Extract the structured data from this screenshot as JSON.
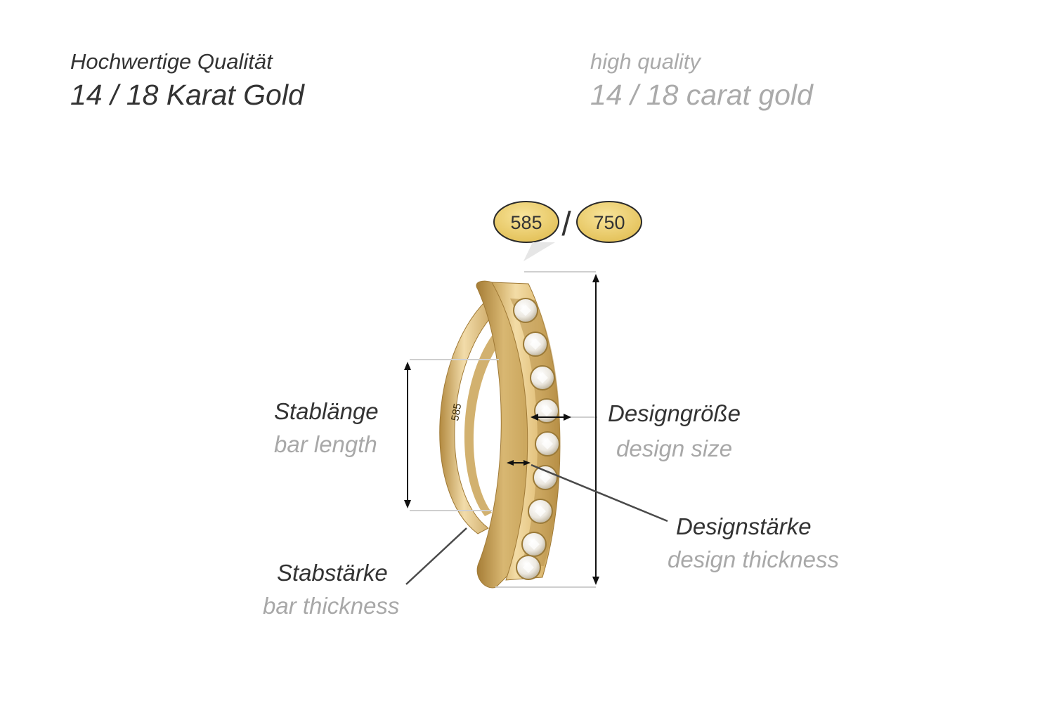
{
  "header": {
    "de_line1": "Hochwertige Qualität",
    "de_line2": "14 / 18 Karat Gold",
    "en_line1": "high quality",
    "en_line2": "14 / 18 carat gold"
  },
  "hallmarks": {
    "left": "585",
    "separator": "/",
    "right": "750",
    "engraving": "585"
  },
  "labels": {
    "bar_length": {
      "de": "Stablänge",
      "en": "bar length"
    },
    "design_size": {
      "de": "Designgröße",
      "en": "design size"
    },
    "design_thickness": {
      "de": "Designstärke",
      "en": "design thickness"
    },
    "bar_thickness": {
      "de": "Stabstärke",
      "en": "bar thickness"
    }
  },
  "product": {
    "stone_count": 9,
    "metal_color": "#e3c57e",
    "stone_color": "#f4f2ee"
  }
}
